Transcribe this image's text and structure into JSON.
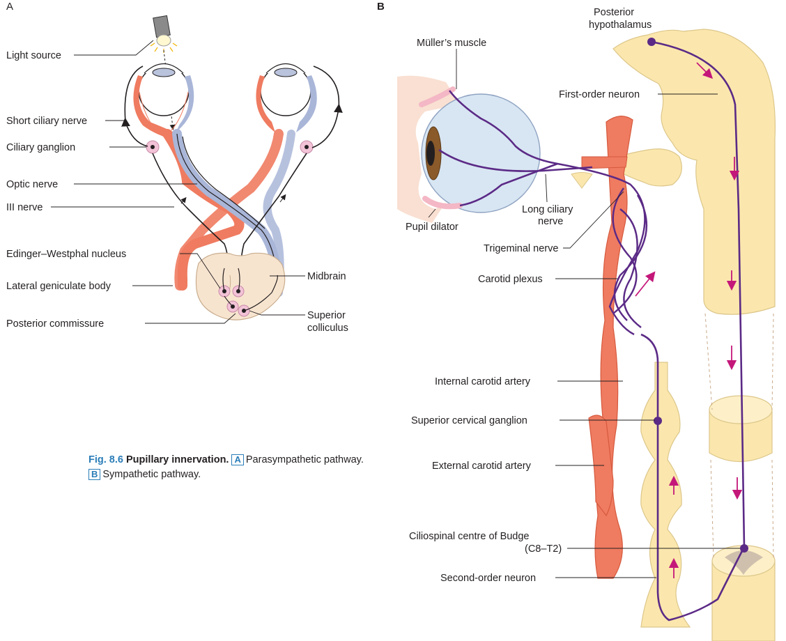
{
  "panels": {
    "a": {
      "letter": "A",
      "labels": {
        "light_source": "Light source",
        "short_ciliary_nerve": "Short ciliary nerve",
        "ciliary_ganglion": "Ciliary ganglion",
        "optic_nerve": "Optic nerve",
        "third_nerve": "III nerve",
        "edinger_westphal": "Edinger–Westphal nucleus",
        "lateral_geniculate": "Lateral geniculate body",
        "posterior_commissure": "Posterior commissure",
        "midbrain": "Midbrain",
        "superior_colliculus_1": "Superior",
        "superior_colliculus_2": "colliculus"
      }
    },
    "b": {
      "letter": "B",
      "labels": {
        "posterior_hypothalamus_1": "Posterior",
        "posterior_hypothalamus_2": "hypothalamus",
        "muller_muscle": "Müller’s muscle",
        "first_order_neuron": "First-order neuron",
        "long_ciliary_1": "Long ciliary",
        "long_ciliary_2": "nerve",
        "pupil_dilator": "Pupil dilator",
        "trigeminal_nerve": "Trigeminal nerve",
        "carotid_plexus": "Carotid plexus",
        "internal_carotid": "Internal carotid artery",
        "superior_cervical_ganglion": "Superior cervical ganglion",
        "external_carotid": "External carotid artery",
        "ciliospinal_1": "Ciliospinal centre of Budge",
        "ciliospinal_2": "(C8–T2)",
        "second_order_neuron": "Second-order neuron"
      }
    }
  },
  "caption": {
    "fig_id": "Fig. 8.6",
    "title": "Pupillary innervation.",
    "part_a_letter": "A",
    "part_a_text": "Parasympathetic pathway.",
    "part_b_letter": "B",
    "part_b_text": "Sympathetic pathway."
  },
  "colors": {
    "artery": "#ef7b60",
    "artery_dark": "#d65a3e",
    "optic_blue": "#a9b6d8",
    "neural_cream": "#fbe7ad",
    "cream_outline": "#dcc68a",
    "neuron_purple": "#5b2a86",
    "arrow_magenta": "#c4177a",
    "ganglion_pink": "#f2c2d6",
    "caption_blue": "#2a7db8"
  }
}
